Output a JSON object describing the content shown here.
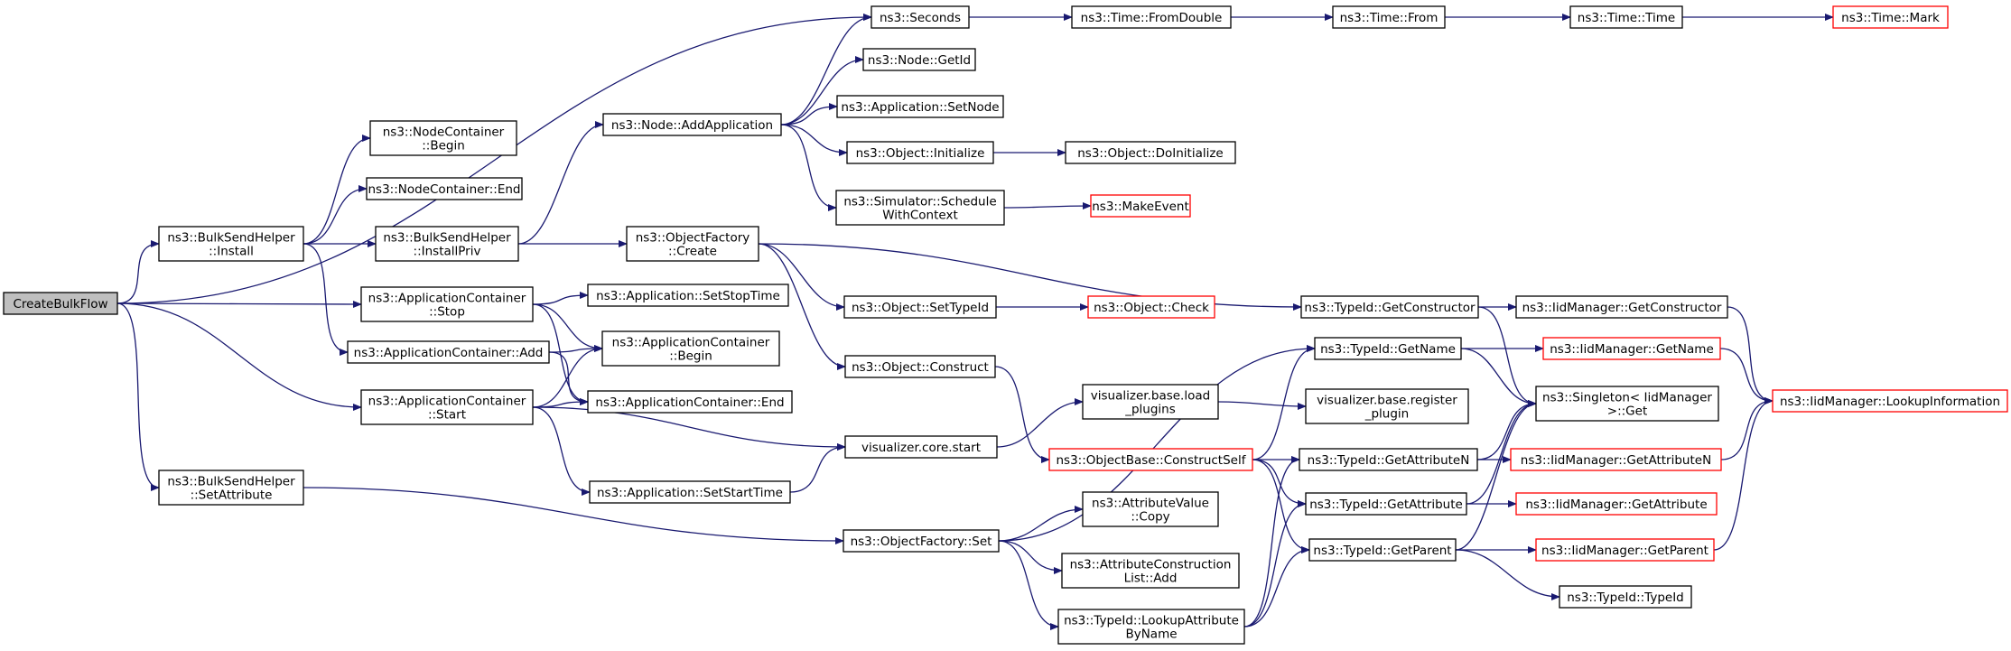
{
  "nodes": [
    {
      "id": "root",
      "lines": [
        "CreateBulkFlow"
      ],
      "style": "root"
    },
    {
      "id": "seconds",
      "lines": [
        "ns3::Seconds"
      ]
    },
    {
      "id": "fromdouble",
      "lines": [
        "ns3::Time::FromDouble"
      ]
    },
    {
      "id": "timefrom",
      "lines": [
        "ns3::Time::From"
      ]
    },
    {
      "id": "timetime",
      "lines": [
        "ns3::Time::Time"
      ]
    },
    {
      "id": "timemark",
      "lines": [
        "ns3::Time::Mark"
      ],
      "style": "red"
    },
    {
      "id": "getid",
      "lines": [
        "ns3::Node::GetId"
      ]
    },
    {
      "id": "setnode",
      "lines": [
        "ns3::Application::SetNode"
      ]
    },
    {
      "id": "addapp",
      "lines": [
        "ns3::Node::AddApplication"
      ]
    },
    {
      "id": "ncbegin",
      "lines": [
        "ns3::NodeContainer",
        "::Begin"
      ]
    },
    {
      "id": "objinit",
      "lines": [
        "ns3::Object::Initialize"
      ]
    },
    {
      "id": "doinit",
      "lines": [
        "ns3::Object::DoInitialize"
      ]
    },
    {
      "id": "ncend",
      "lines": [
        "ns3::NodeContainer::End"
      ]
    },
    {
      "id": "schedctx",
      "lines": [
        "ns3::Simulator::Schedule",
        "WithContext"
      ]
    },
    {
      "id": "makeevent",
      "lines": [
        "ns3::MakeEvent"
      ],
      "style": "red"
    },
    {
      "id": "bshinstall",
      "lines": [
        "ns3::BulkSendHelper",
        "::Install"
      ]
    },
    {
      "id": "bshpriv",
      "lines": [
        "ns3::BulkSendHelper",
        "::InstallPriv"
      ]
    },
    {
      "id": "ofcreate",
      "lines": [
        "ns3::ObjectFactory",
        "::Create"
      ]
    },
    {
      "id": "acstop",
      "lines": [
        "ns3::ApplicationContainer",
        "::Stop"
      ]
    },
    {
      "id": "setstoptime",
      "lines": [
        "ns3::Application::SetStopTime"
      ]
    },
    {
      "id": "settypeid",
      "lines": [
        "ns3::Object::SetTypeId"
      ]
    },
    {
      "id": "objcheck",
      "lines": [
        "ns3::Object::Check"
      ],
      "style": "red"
    },
    {
      "id": "getctor",
      "lines": [
        "ns3::TypeId::GetConstructor"
      ]
    },
    {
      "id": "iidgetctor",
      "lines": [
        "ns3::IidManager::GetConstructor"
      ]
    },
    {
      "id": "acadd",
      "lines": [
        "ns3::ApplicationContainer::Add"
      ]
    },
    {
      "id": "acbegin",
      "lines": [
        "ns3::ApplicationContainer",
        "::Begin"
      ]
    },
    {
      "id": "getname",
      "lines": [
        "ns3::TypeId::GetName"
      ]
    },
    {
      "id": "iidgetname",
      "lines": [
        "ns3::IidManager::GetName"
      ],
      "style": "red"
    },
    {
      "id": "objconstruct",
      "lines": [
        "ns3::Object::Construct"
      ]
    },
    {
      "id": "singleton",
      "lines": [
        "ns3::Singleton< IidManager",
        ">::Get"
      ]
    },
    {
      "id": "lookupinfo",
      "lines": [
        "ns3::IidManager::LookupInformation"
      ],
      "style": "red"
    },
    {
      "id": "acstart",
      "lines": [
        "ns3::ApplicationContainer",
        "::Start"
      ]
    },
    {
      "id": "acend",
      "lines": [
        "ns3::ApplicationContainer::End"
      ]
    },
    {
      "id": "vbload",
      "lines": [
        "visualizer.base.load",
        "_plugins"
      ]
    },
    {
      "id": "vbreg",
      "lines": [
        "visualizer.base.register",
        "_plugin"
      ]
    },
    {
      "id": "vcstart",
      "lines": [
        "visualizer.core.start"
      ]
    },
    {
      "id": "obconstructself",
      "lines": [
        "ns3::ObjectBase::ConstructSelf"
      ],
      "style": "red"
    },
    {
      "id": "getattrn",
      "lines": [
        "ns3::TypeId::GetAttributeN"
      ]
    },
    {
      "id": "iidgetattrn",
      "lines": [
        "ns3::IidManager::GetAttributeN"
      ],
      "style": "red"
    },
    {
      "id": "bshsetattr",
      "lines": [
        "ns3::BulkSendHelper",
        "::SetAttribute"
      ]
    },
    {
      "id": "setstarttime",
      "lines": [
        "ns3::Application::SetStartTime"
      ]
    },
    {
      "id": "avcopy",
      "lines": [
        "ns3::AttributeValue",
        "::Copy"
      ]
    },
    {
      "id": "getattr",
      "lines": [
        "ns3::TypeId::GetAttribute"
      ]
    },
    {
      "id": "iidgetattr",
      "lines": [
        "ns3::IidManager::GetAttribute"
      ],
      "style": "red"
    },
    {
      "id": "ofset",
      "lines": [
        "ns3::ObjectFactory::Set"
      ]
    },
    {
      "id": "aclistadd",
      "lines": [
        "ns3::AttributeConstruction",
        "List::Add"
      ]
    },
    {
      "id": "getparent",
      "lines": [
        "ns3::TypeId::GetParent"
      ]
    },
    {
      "id": "iidgetparent",
      "lines": [
        "ns3::IidManager::GetParent"
      ],
      "style": "red"
    },
    {
      "id": "typeidtypeid",
      "lines": [
        "ns3::TypeId::TypeId"
      ]
    },
    {
      "id": "lookupattr",
      "lines": [
        "ns3::TypeId::LookupAttribute",
        "ByName"
      ]
    }
  ],
  "edges": [
    [
      "root",
      "seconds"
    ],
    [
      "root",
      "bshinstall"
    ],
    [
      "root",
      "acstop"
    ],
    [
      "root",
      "acstart"
    ],
    [
      "root",
      "bshsetattr"
    ],
    [
      "seconds",
      "fromdouble"
    ],
    [
      "fromdouble",
      "timefrom"
    ],
    [
      "timefrom",
      "timetime"
    ],
    [
      "timetime",
      "timemark"
    ],
    [
      "bshinstall",
      "ncbegin"
    ],
    [
      "bshinstall",
      "ncend"
    ],
    [
      "bshinstall",
      "bshpriv"
    ],
    [
      "bshinstall",
      "acadd"
    ],
    [
      "bshpriv",
      "addapp"
    ],
    [
      "bshpriv",
      "ofcreate"
    ],
    [
      "addapp",
      "seconds"
    ],
    [
      "addapp",
      "getid"
    ],
    [
      "addapp",
      "setnode"
    ],
    [
      "addapp",
      "objinit"
    ],
    [
      "addapp",
      "schedctx"
    ],
    [
      "objinit",
      "doinit"
    ],
    [
      "schedctx",
      "makeevent"
    ],
    [
      "ofcreate",
      "settypeid"
    ],
    [
      "ofcreate",
      "objconstruct"
    ],
    [
      "ofcreate",
      "getctor"
    ],
    [
      "settypeid",
      "objcheck"
    ],
    [
      "getctor",
      "iidgetctor"
    ],
    [
      "getctor",
      "singleton"
    ],
    [
      "iidgetctor",
      "lookupinfo"
    ],
    [
      "objconstruct",
      "obconstructself"
    ],
    [
      "acstop",
      "setstoptime"
    ],
    [
      "acstop",
      "acbegin"
    ],
    [
      "acstop",
      "acend"
    ],
    [
      "acadd",
      "acbegin"
    ],
    [
      "acadd",
      "acend"
    ],
    [
      "acstart",
      "acbegin"
    ],
    [
      "acstart",
      "acend"
    ],
    [
      "acstart",
      "vcstart"
    ],
    [
      "acstart",
      "setstarttime"
    ],
    [
      "setstarttime",
      "vcstart"
    ],
    [
      "vcstart",
      "vbload"
    ],
    [
      "vbload",
      "vbreg"
    ],
    [
      "obconstructself",
      "getname"
    ],
    [
      "obconstructself",
      "getattrn"
    ],
    [
      "obconstructself",
      "getattr"
    ],
    [
      "obconstructself",
      "getparent"
    ],
    [
      "getname",
      "iidgetname"
    ],
    [
      "getname",
      "singleton"
    ],
    [
      "iidgetname",
      "lookupinfo"
    ],
    [
      "getattrn",
      "iidgetattrn"
    ],
    [
      "getattrn",
      "singleton"
    ],
    [
      "iidgetattrn",
      "lookupinfo"
    ],
    [
      "getattr",
      "iidgetattr"
    ],
    [
      "getattr",
      "singleton"
    ],
    [
      "getparent",
      "iidgetparent"
    ],
    [
      "getparent",
      "singleton"
    ],
    [
      "getparent",
      "typeidtypeid"
    ],
    [
      "iidgetparent",
      "lookupinfo"
    ],
    [
      "bshsetattr",
      "ofset"
    ],
    [
      "ofset",
      "avcopy"
    ],
    [
      "ofset",
      "aclistadd"
    ],
    [
      "ofset",
      "lookupattr"
    ],
    [
      "ofset",
      "getname"
    ],
    [
      "lookupattr",
      "getattrn"
    ],
    [
      "lookupattr",
      "getattr"
    ],
    [
      "lookupattr",
      "getparent"
    ]
  ],
  "colors": {
    "edge": "#191970",
    "border": "#000000",
    "red_border": "#ff0000",
    "root_fill": "#bfbfbf"
  }
}
